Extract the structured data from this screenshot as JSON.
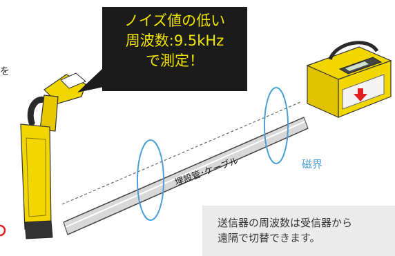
{
  "callout": {
    "lines": [
      "ノイズ値の低い",
      "周波数:9.5kHz",
      "で測定！"
    ]
  },
  "left_char": "を",
  "cable_label": "埋設管･ケーブル",
  "magnetic_label": "磁界",
  "note": {
    "lines": [
      "送信器の周波数は受信器から",
      "遠隔で切替できます。"
    ]
  },
  "colors": {
    "device_yellow": "#f2d600",
    "callout_bg": "#1b1b1b",
    "callout_text": "#f2e600",
    "field_ring": "#4a9fd8",
    "note_bg": "#ebebeb"
  },
  "icons": {
    "transmitter_arrow": "arrow-down-icon"
  }
}
